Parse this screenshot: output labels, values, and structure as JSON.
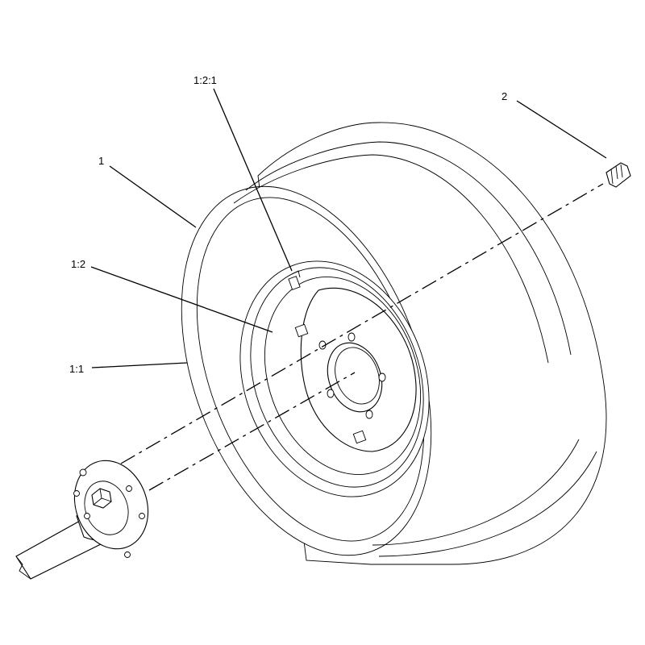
{
  "callouts": {
    "c_1_2_1": "1:2:1",
    "c_2": "2",
    "c_1": "1",
    "c_1_2": "1:2",
    "c_1_1": "1:1"
  },
  "colors": {
    "line": "#000000",
    "background": "#ffffff"
  }
}
